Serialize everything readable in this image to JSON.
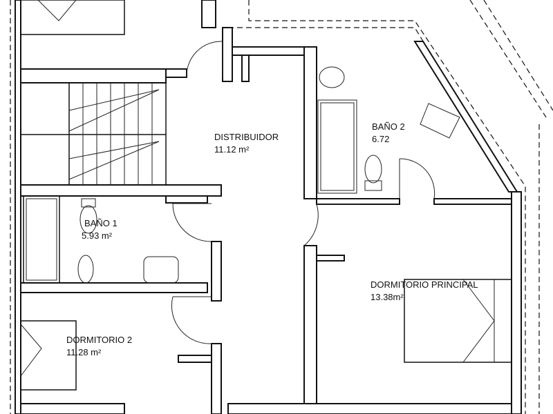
{
  "rooms": {
    "distribuidor": {
      "name": "DISTRIBUIDOR",
      "area": "11.12 m²"
    },
    "bano2": {
      "name": "BAÑO 2",
      "area": "6.72"
    },
    "bano1": {
      "name": "BAÑO 1",
      "area": "5.93 m²"
    },
    "dormitorio_principal": {
      "name": "DORMITORIO PRINCIPAL",
      "area": "13.38m²"
    },
    "dormitorio2": {
      "name": "DORMITORIO 2",
      "area": "11.28 m²"
    }
  }
}
